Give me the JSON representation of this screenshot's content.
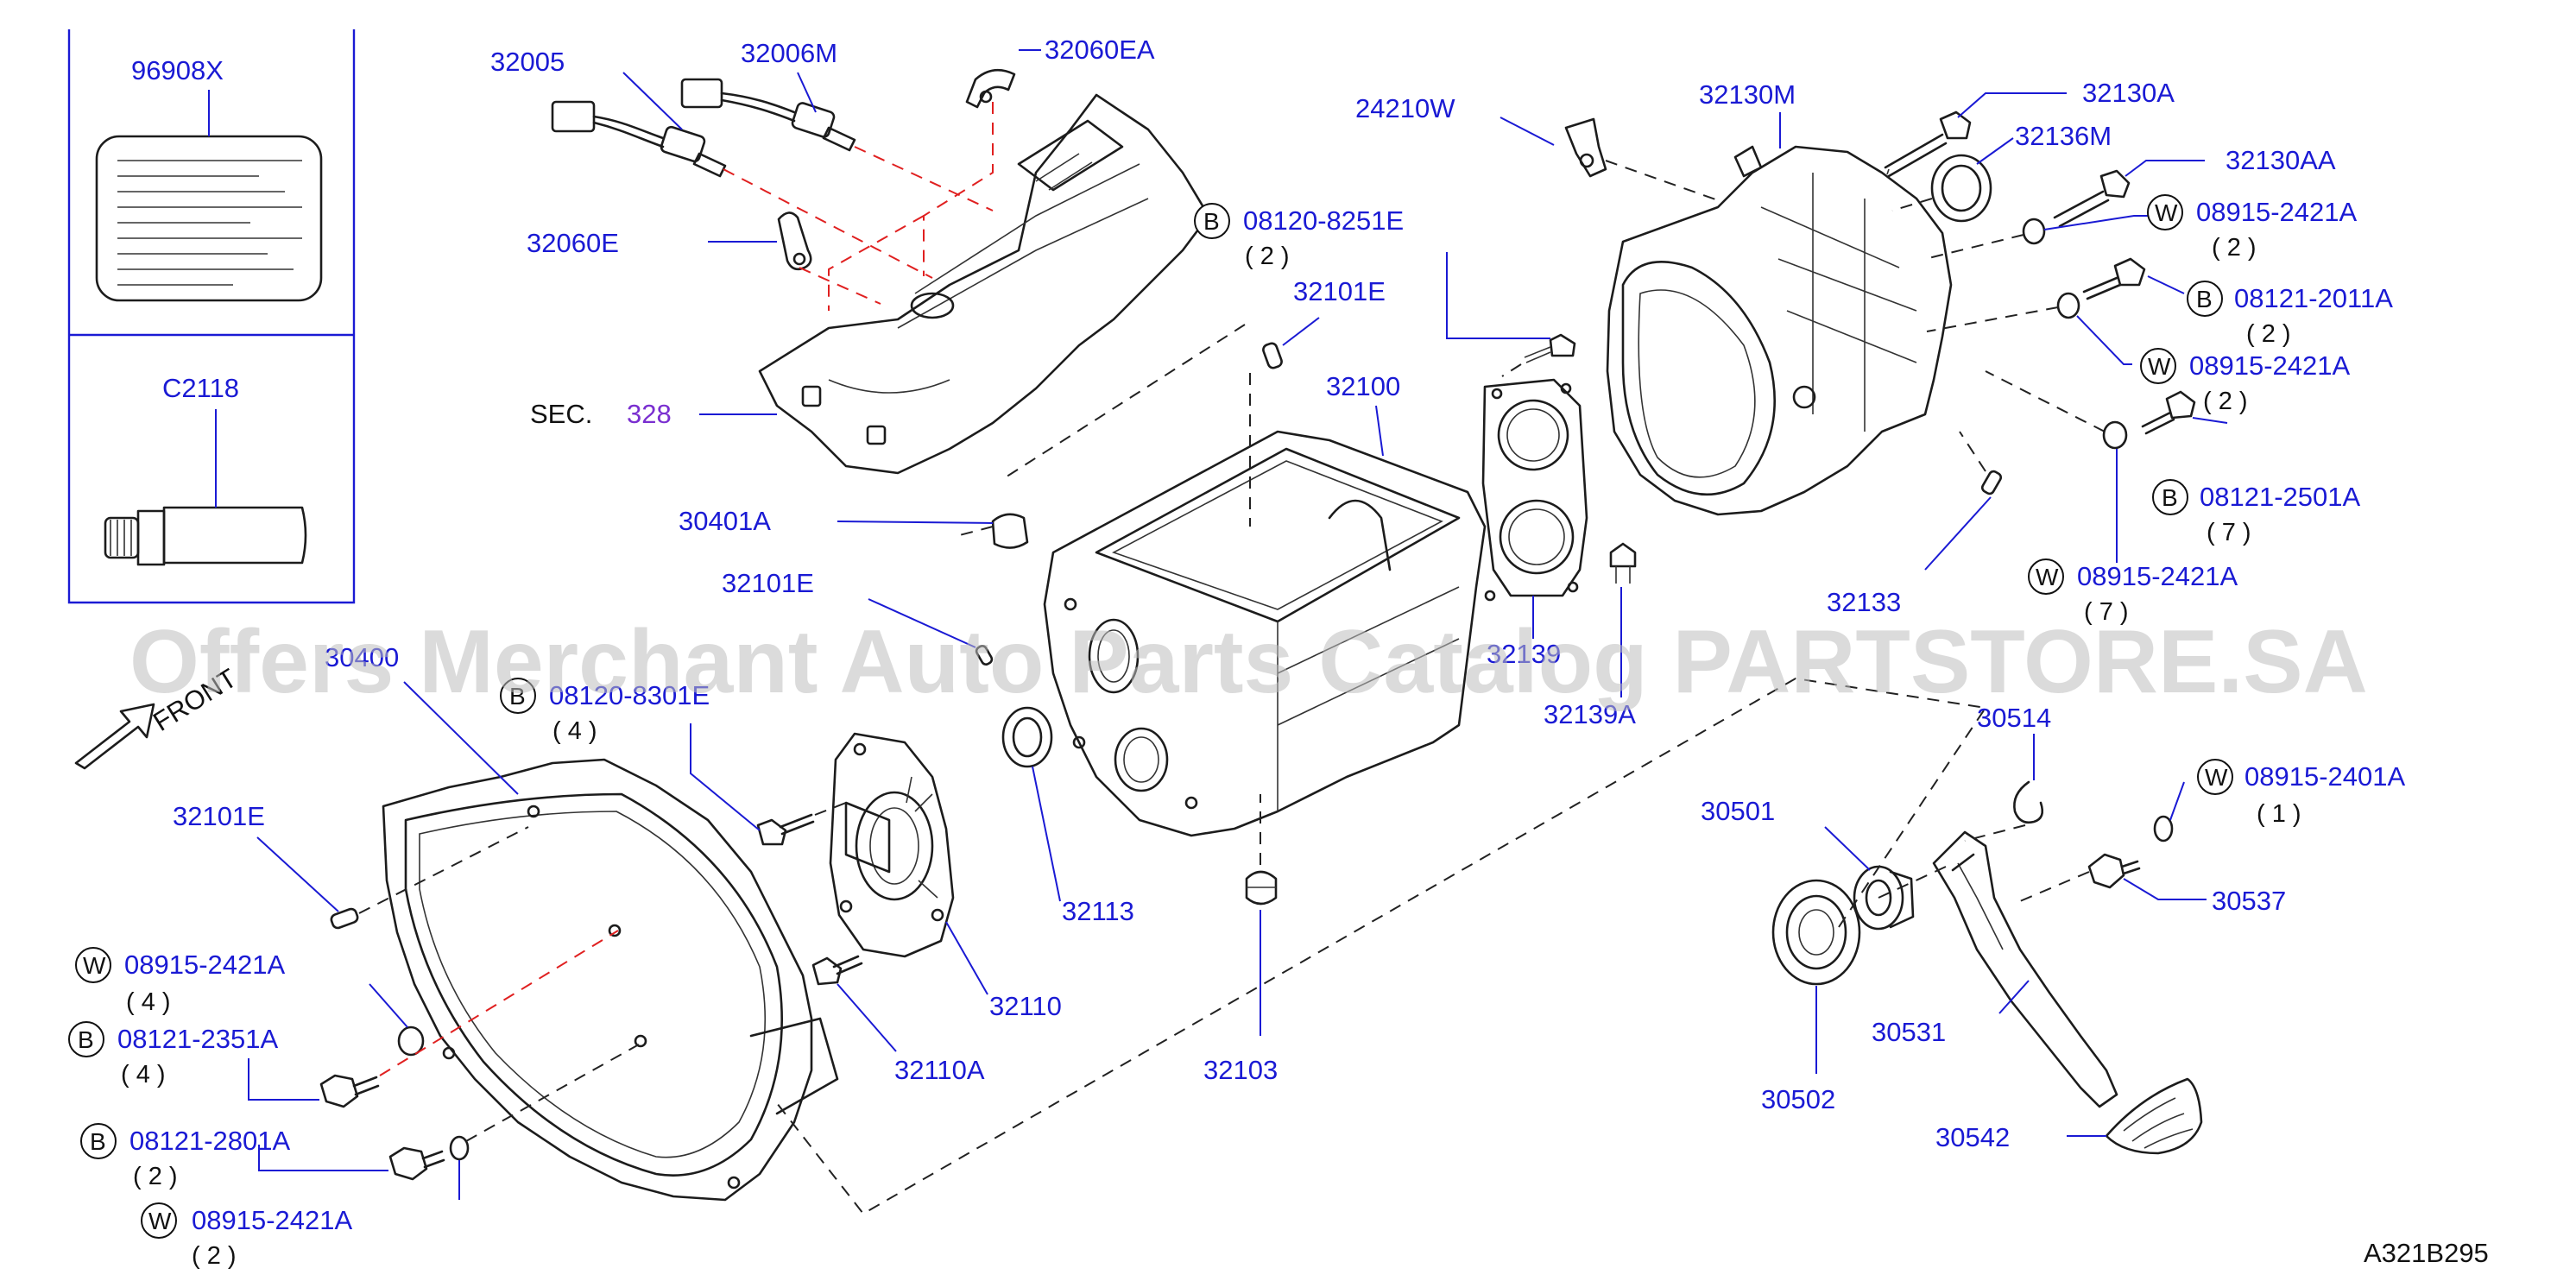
{
  "watermark": "Offers Merchant Auto Parts Catalog PARTSTORE.SA",
  "diagram_code": "A321B295",
  "front_label": "FRONT",
  "section_ref": {
    "prefix": "SEC.",
    "number": "328"
  },
  "colors": {
    "label": "#1a1ad4",
    "section_number": "#7a2fd0",
    "dashed_red": "#e02020",
    "line": "#1c1c1c"
  },
  "labels": {
    "p96908x": "96908X",
    "c2118": "C2118",
    "p32005": "32005",
    "p32006m": "32006M",
    "p32060ea": "32060EA",
    "p32060e": "32060E",
    "p24210w": "24210W",
    "p32130m": "32130M",
    "p32130a": "32130A",
    "p32136m": "32136M",
    "p32130aa": "32130AA",
    "p32101e_top": "32101E",
    "p32100": "32100",
    "p30401a": "30401A",
    "p32101e_mid": "32101E",
    "p30400": "30400",
    "p32101e_left": "32101E",
    "p32139": "32139",
    "p32139a": "32139A",
    "p32133": "32133",
    "p32113": "32113",
    "p32110": "32110",
    "p32110a": "32110A",
    "p32103": "32103",
    "p30514": "30514",
    "p30501": "30501",
    "p30537": "30537",
    "p30531": "30531",
    "p30502": "30502",
    "p30542": "30542"
  },
  "fasteners": {
    "b08120_8251e": {
      "letter": "B",
      "part": "08120-8251E",
      "qty": "( 2 )"
    },
    "w08915_2421a_r1": {
      "letter": "W",
      "part": "08915-2421A",
      "qty": "( 2 )"
    },
    "b08121_2011a": {
      "letter": "B",
      "part": "08121-2011A",
      "qty": "( 2 )"
    },
    "w08915_2421a_r2": {
      "letter": "W",
      "part": "08915-2421A",
      "qty": "( 2 )"
    },
    "b08121_2501a": {
      "letter": "B",
      "part": "08121-2501A",
      "qty": "( 7 )"
    },
    "w08915_2421a_r3": {
      "letter": "W",
      "part": "08915-2421A",
      "qty": "( 7 )"
    },
    "b08120_8301e": {
      "letter": "B",
      "part": "08120-8301E",
      "qty": "( 4 )"
    },
    "w08915_2401a": {
      "letter": "W",
      "part": "08915-2401A",
      "qty": "( 1 )"
    },
    "w08915_2421a_l1": {
      "letter": "W",
      "part": "08915-2421A",
      "qty": "( 4 )"
    },
    "b08121_2351a": {
      "letter": "B",
      "part": "08121-2351A",
      "qty": "( 4 )"
    },
    "b08121_2801a": {
      "letter": "B",
      "part": "08121-2801A",
      "qty": "( 2 )"
    },
    "w08915_2421a_l2": {
      "letter": "W",
      "part": "08915-2421A",
      "qty": "( 2 )"
    }
  }
}
